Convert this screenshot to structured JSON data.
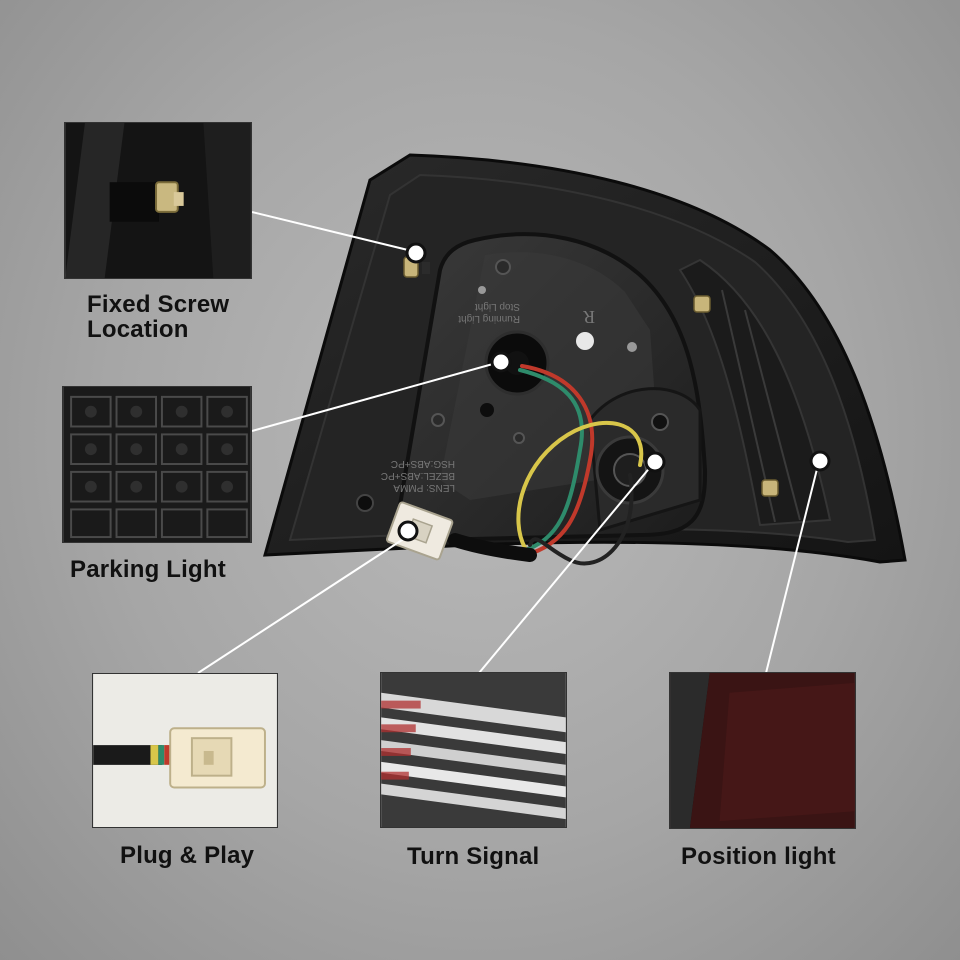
{
  "features": [
    {
      "id": "fixed-screw",
      "label_line1": "Fixed Screw",
      "label_line2": "Location"
    },
    {
      "id": "parking-light",
      "label": "Parking Light"
    },
    {
      "id": "plug-play",
      "label": "Plug & Play"
    },
    {
      "id": "turn-signal",
      "label": "Turn Signal"
    },
    {
      "id": "position-light",
      "label": "Position light"
    }
  ],
  "product_markings": {
    "lens_text": [
      "LENS: PMMA",
      "BEZEL:ABS+PC",
      "HSG:ABS+PC"
    ],
    "bulb_text": [
      "Running Light",
      "Stop Light"
    ],
    "side_mark": "R"
  },
  "colors": {
    "background": "#a8a8a8",
    "housing": "#1e1e1e",
    "callout_line": "#ffffff",
    "label_text": "#111111"
  },
  "icons": [
    "screw-stud-icon",
    "wire-harness-icon",
    "connector-plug-icon",
    "callout-dot-icon"
  ]
}
